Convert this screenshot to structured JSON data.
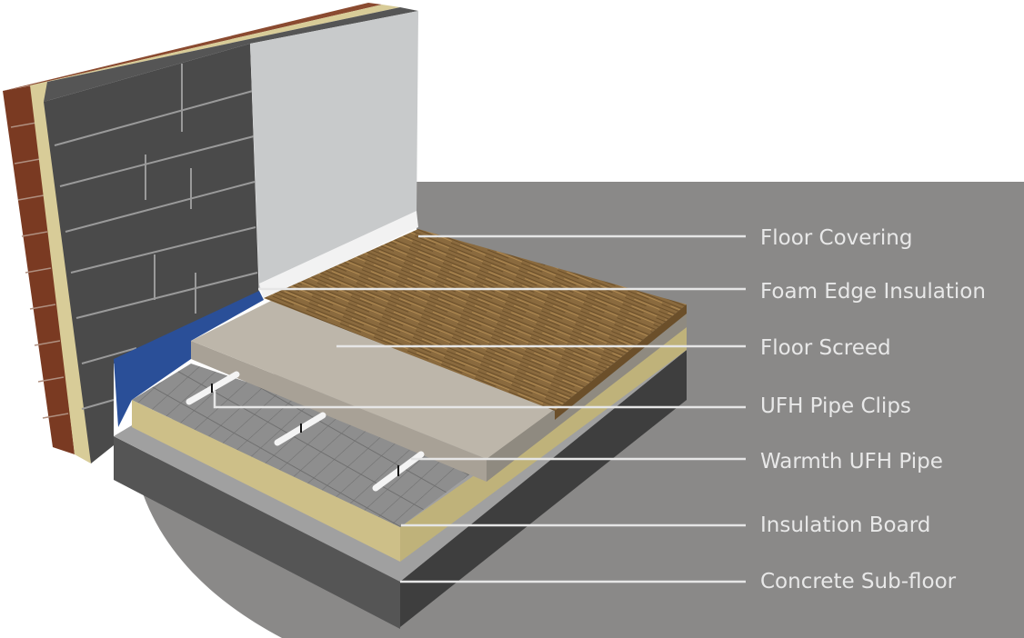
{
  "labels": [
    "Floor Covering",
    "Foam Edge Insulation",
    "Floor Screed",
    "UFH Pipe Clips",
    "Warmth UFH Pipe",
    "Insulation Board",
    "Concrete Sub-floor"
  ],
  "colors": {
    "background_panel": "#8a8988",
    "brick": "#7a3a22",
    "cavity_insulation": "#d8cc98",
    "block": "#4a4a4a",
    "plaster": "#c8cacb",
    "wood": "#8a6a3e",
    "screed": "#bdb6aa",
    "foam_edge": "#2a4f98",
    "grid": "#8e8e8e",
    "insulation_board": "#cdbf88",
    "concrete": "#5a5a5a",
    "leader_line": "#e6e6e6"
  }
}
